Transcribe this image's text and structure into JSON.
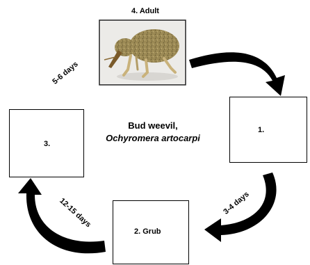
{
  "stages": {
    "adult_label": "4. Adult",
    "stage1_label": "1.",
    "stage2_label": "2. Grub",
    "stage3_label": "3."
  },
  "durations": {
    "adult_to_stage3": "5-6 days",
    "stage1_to_grub": "3-4 days",
    "grub_to_stage3": "12-15 days"
  },
  "center": {
    "common_name": "Bud weevil,",
    "scientific_name": "Ochyromera artocarpi"
  },
  "colors": {
    "arrow": "#000000",
    "box_border": "#000000"
  }
}
